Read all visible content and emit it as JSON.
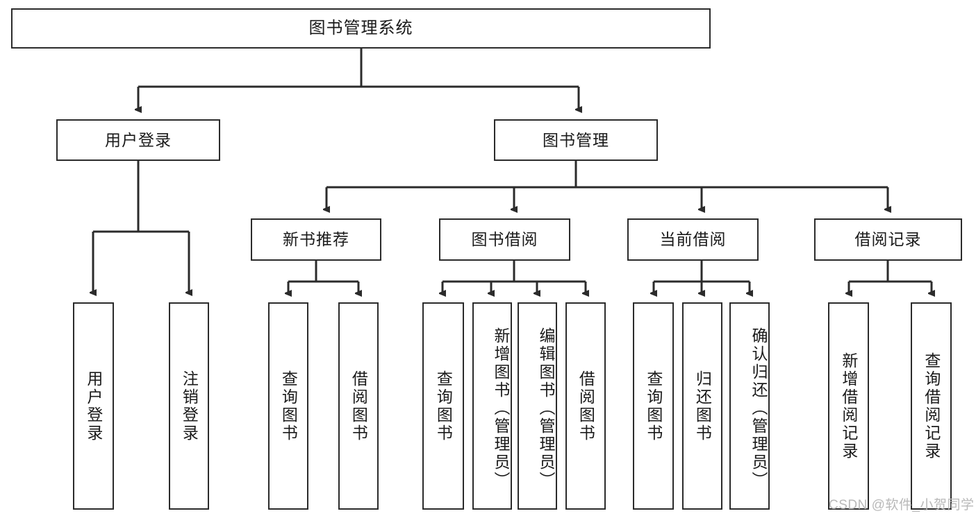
{
  "diagram": {
    "title": "图书管理系统",
    "type": "tree-hierarchy",
    "root": {
      "label": "图书管理系统"
    },
    "level1": [
      {
        "label": "用户登录"
      },
      {
        "label": "图书管理"
      }
    ],
    "level2": [
      {
        "label": "新书推荐"
      },
      {
        "label": "图书借阅"
      },
      {
        "label": "当前借阅"
      },
      {
        "label": "借阅记录"
      }
    ],
    "leaves": {
      "user_login": [
        {
          "label": "用户登录"
        },
        {
          "label": "注销登录"
        }
      ],
      "new_book_recommend": [
        {
          "label": "查询图书"
        },
        {
          "label": "借阅图书"
        }
      ],
      "book_borrow": [
        {
          "label": "查询图书"
        },
        {
          "label": "新增图书（管理员）"
        },
        {
          "label": "编辑图书（管理员）"
        },
        {
          "label": "借阅图书"
        }
      ],
      "current_borrow": [
        {
          "label": "查询图书"
        },
        {
          "label": "归还图书"
        },
        {
          "label": "确认归还（管理员）"
        }
      ],
      "borrow_record": [
        {
          "label": "新增借阅记录"
        },
        {
          "label": "查询借阅记录"
        }
      ]
    }
  },
  "watermark": {
    "text": "CSDN @软件_小贺同学"
  },
  "colors": {
    "stroke": "#2b2b2b",
    "background": "#ffffff",
    "text": "#1a1a1a",
    "watermark": "#b9b9b9"
  }
}
